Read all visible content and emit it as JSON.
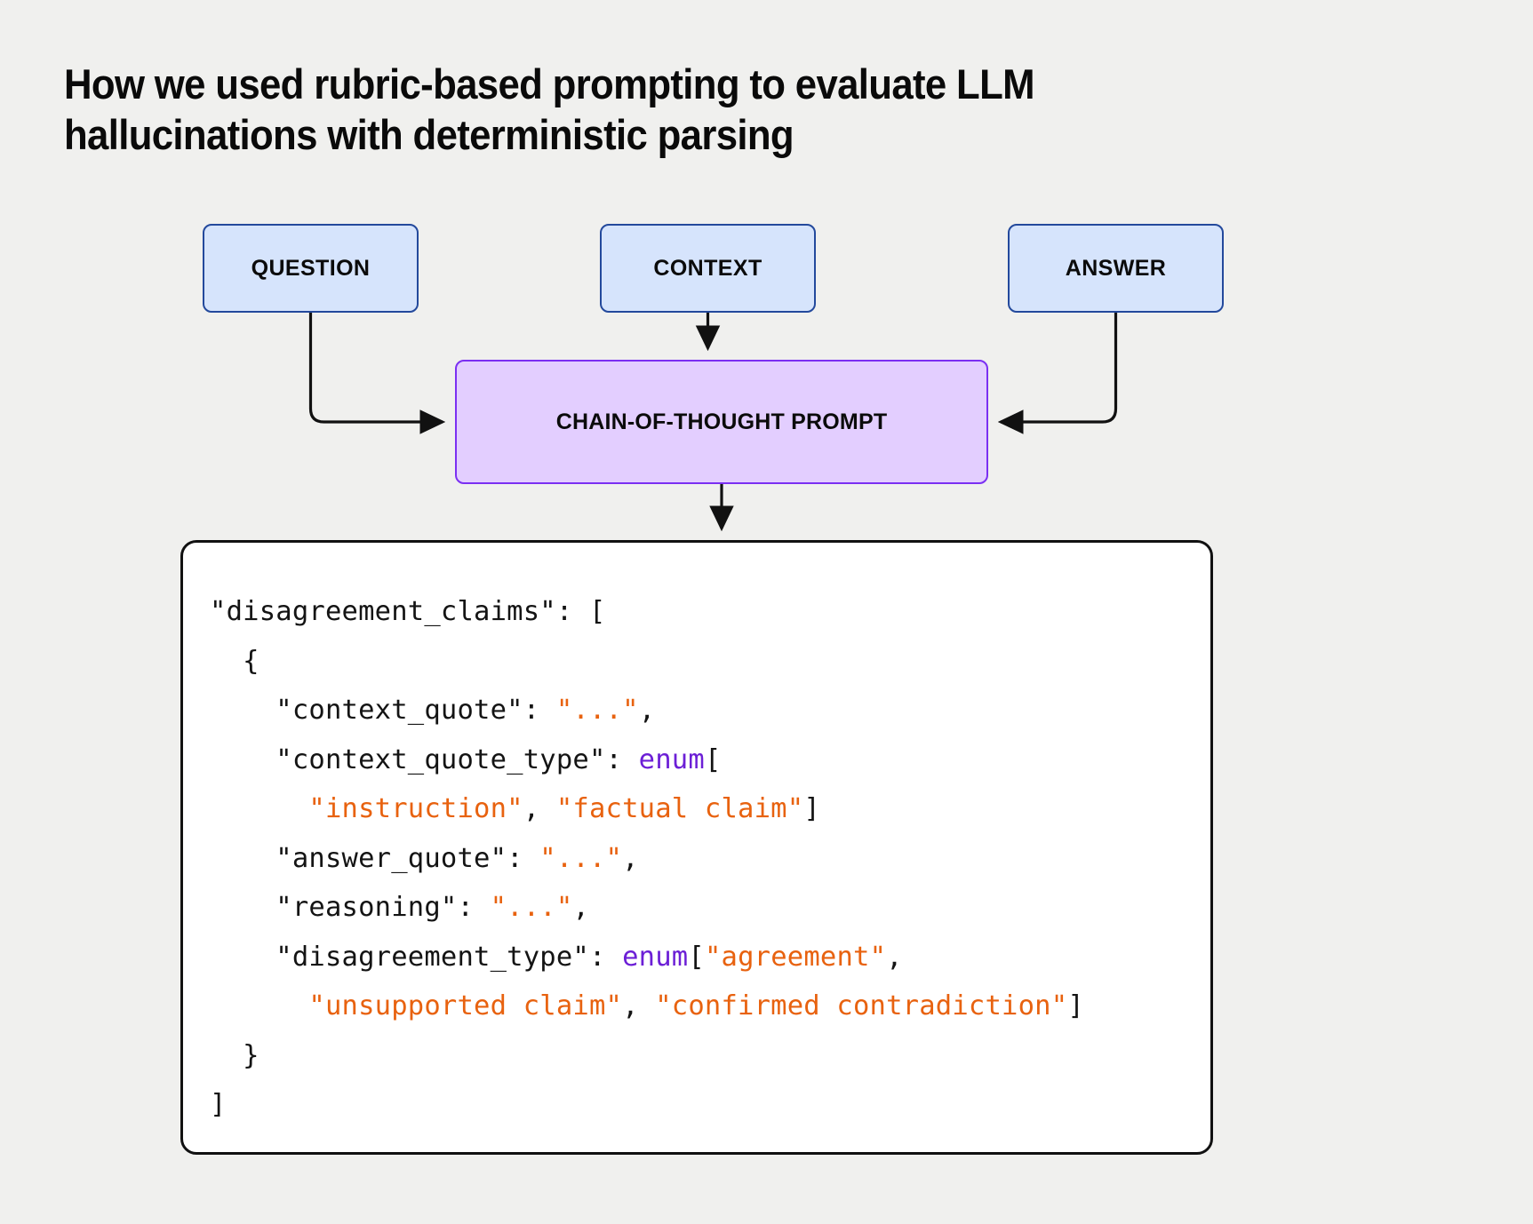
{
  "page": {
    "background_color": "#f0f0ee",
    "title": "How we used rubric-based prompting to evaluate LLM\nhallucinations with deterministic parsing"
  },
  "diagram": {
    "input_nodes": [
      {
        "id": "question",
        "label": "QUESTION",
        "fill": "#d6e4fc",
        "stroke": "#23499c"
      },
      {
        "id": "context",
        "label": "CONTEXT",
        "fill": "#d6e4fc",
        "stroke": "#23499c"
      },
      {
        "id": "answer",
        "label": "ANSWER",
        "fill": "#d6e4fc",
        "stroke": "#23499c"
      }
    ],
    "process_node": {
      "id": "chain-of-thought-prompt",
      "label": "CHAIN-OF-THOUGHT PROMPT",
      "fill": "#e3ceff",
      "stroke": "#7b2ff2"
    },
    "edges": [
      {
        "from": "QUESTION",
        "to": "CHAIN-OF-THOUGHT PROMPT"
      },
      {
        "from": "CONTEXT",
        "to": "CHAIN-OF-THOUGHT PROMPT"
      },
      {
        "from": "ANSWER",
        "to": "CHAIN-OF-THOUGHT PROMPT"
      },
      {
        "from": "CHAIN-OF-THOUGHT PROMPT",
        "to": "output-schema"
      }
    ]
  },
  "code_panel": {
    "border_color": "#111111",
    "background": "#ffffff",
    "string_color": "#e8620f",
    "keyword_color": "#6c1fd6",
    "text_color": "#141414",
    "lines": [
      "\"disagreement_claims\": [",
      "  {",
      "    \"context_quote\": \"...\",",
      "    \"context_quote_type\": enum[",
      "      \"instruction\", \"factual claim\"]",
      "    \"answer_quote\": \"...\",",
      "    \"reasoning\": \"...\",",
      "    \"disagreement_type\": enum[\"agreement\",",
      "      \"unsupported claim\", \"confirmed contradiction\"]",
      "  }",
      "]"
    ]
  }
}
